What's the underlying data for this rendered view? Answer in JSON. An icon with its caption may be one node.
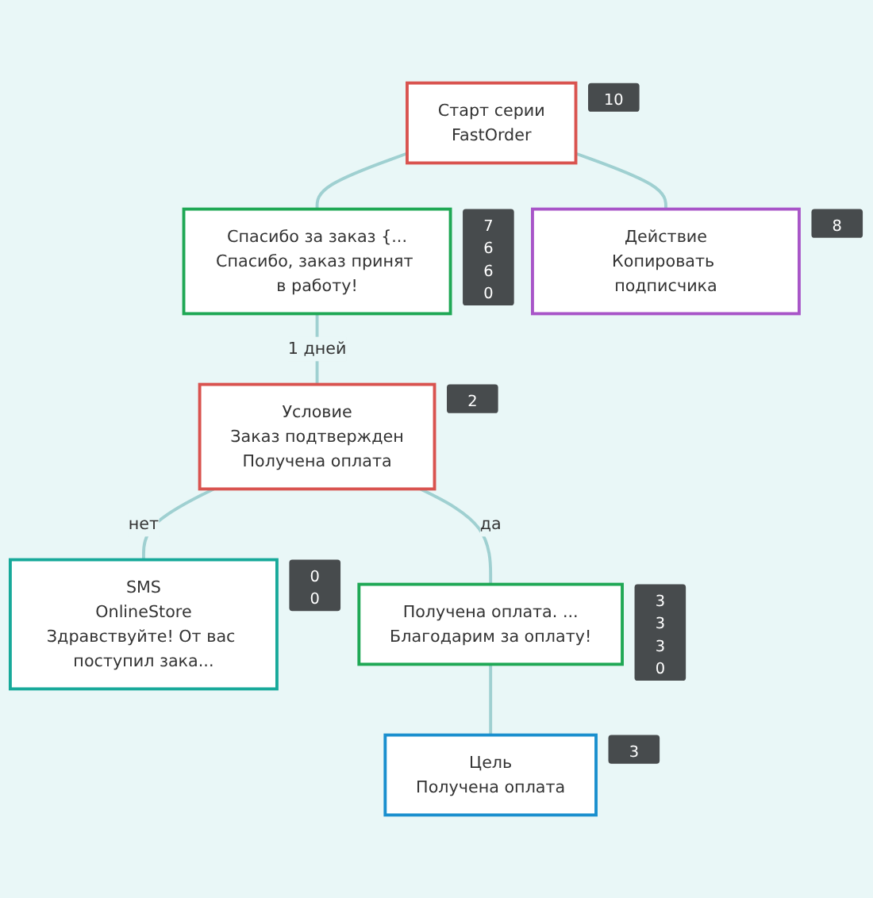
{
  "diagram": {
    "nodes": [
      {
        "text": [
          "Старт серии",
          "FastOrder"
        ],
        "beside": [
          "10"
        ]
      },
      {
        "text": [
          "Спасибо за заказ {...",
          "Спасибо, заказ принят в работу!"
        ],
        "beside": [
          "7",
          "6",
          "6",
          "0"
        ]
      },
      {
        "text": [
          "Действие",
          "Копировать подписчика"
        ],
        "beside": [
          "8"
        ]
      },
      {
        "text": [
          "Условие",
          "Заказ подтвержден",
          "Получена оплата"
        ],
        "beside": [
          "2"
        ]
      },
      {
        "text": [
          "SMS",
          "OnlineStore",
          "Здравствуйте! От вас поступил зака..."
        ],
        "beside": [
          "0",
          "0"
        ]
      },
      {
        "text": [
          "Получена оплата. ...",
          "Благодарим за оплату!"
        ],
        "beside": [
          "3",
          "3",
          "3",
          "0"
        ]
      },
      {
        "text": [
          "Цель",
          "Получена оплата"
        ],
        "beside": [
          "3"
        ]
      }
    ],
    "edges": [
      {
        "from": 0,
        "to": 1,
        "arrow": "none"
      },
      {
        "from": 0,
        "to": 2,
        "arrow": "none"
      },
      {
        "from": 1,
        "to": 3,
        "arrow": "none",
        "label": "1 дней"
      },
      {
        "from": 3,
        "to": 4,
        "arrow": "none",
        "label": "нет"
      },
      {
        "from": 3,
        "to": 5,
        "arrow": "none",
        "label": "да"
      },
      {
        "from": 5,
        "to": 6,
        "arrow": "none"
      }
    ]
  }
}
